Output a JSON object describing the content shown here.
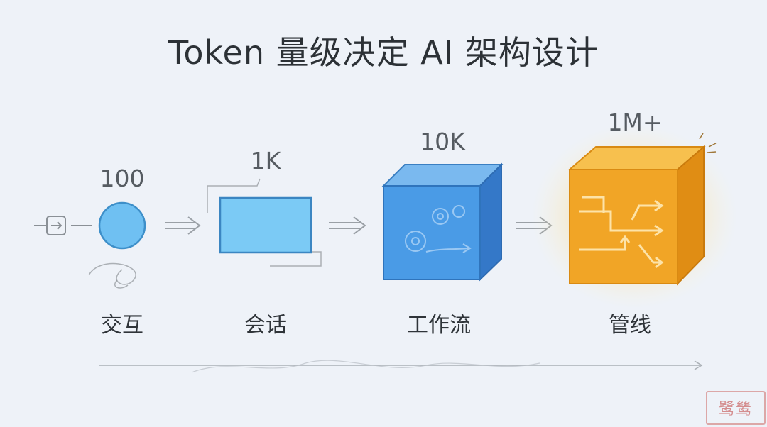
{
  "title": "Token 量级决定 AI 架构设计",
  "stages": [
    {
      "value": "100",
      "label": "交互",
      "color": "#6fc0f2"
    },
    {
      "value": "1K",
      "label": "会话",
      "color": "#7bcaf5"
    },
    {
      "value": "10K",
      "label": "工作流",
      "color": "#4a9be6"
    },
    {
      "value": "1M+",
      "label": "管线",
      "color": "#f1a526"
    }
  ],
  "watermark": "鹭鸶"
}
